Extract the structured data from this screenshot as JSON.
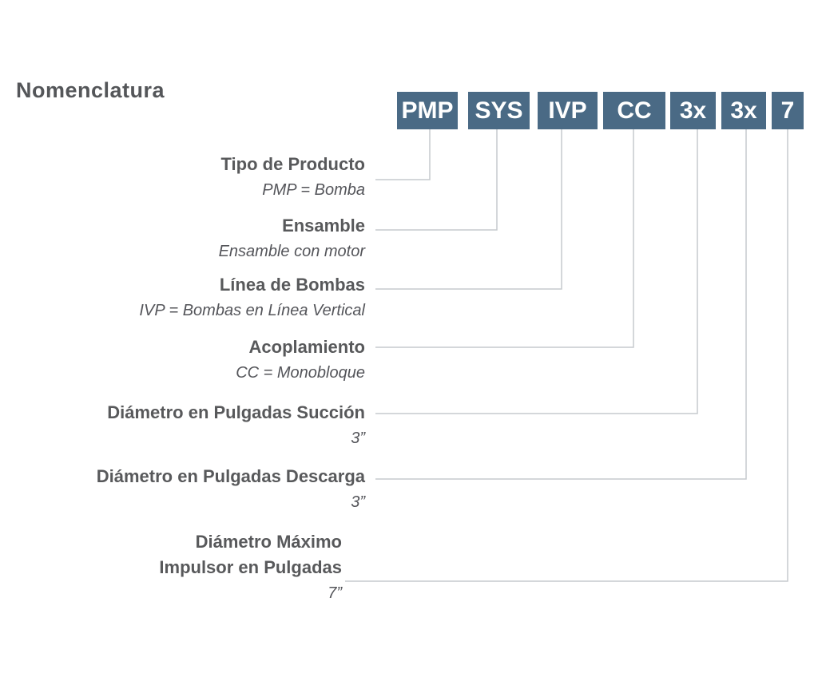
{
  "title": "Nomenclatura",
  "code": {
    "segments": [
      {
        "label": "PMP"
      },
      {
        "label": "SYS"
      },
      {
        "label": "IVP"
      },
      {
        "label": "CC"
      },
      {
        "label": "3x"
      },
      {
        "label": "3x"
      },
      {
        "label": "7"
      }
    ]
  },
  "entries": [
    {
      "label": "Tipo de Producto",
      "sublabel": "PMP = Bomba"
    },
    {
      "label": "Ensamble",
      "sublabel": "Ensamble con motor"
    },
    {
      "label": "Línea de Bombas",
      "sublabel": "IVP = Bombas en Línea Vertical"
    },
    {
      "label": "Acoplamiento",
      "sublabel": "CC = Monobloque"
    },
    {
      "label": "Diámetro en Pulgadas Succión",
      "sublabel": "3”"
    },
    {
      "label": "Diámetro en Pulgadas Descarga",
      "sublabel": "3”"
    },
    {
      "label": "Diámetro Máximo",
      "label2": "Impulsor en Pulgadas",
      "sublabel": "7”"
    }
  ],
  "colors": {
    "background": "#ffffff",
    "box_background": "#4a6a85",
    "box_text": "#ffffff",
    "label_text": "#58595b",
    "sublabel_text": "#54555a",
    "connector_line": "#c6cacd"
  }
}
